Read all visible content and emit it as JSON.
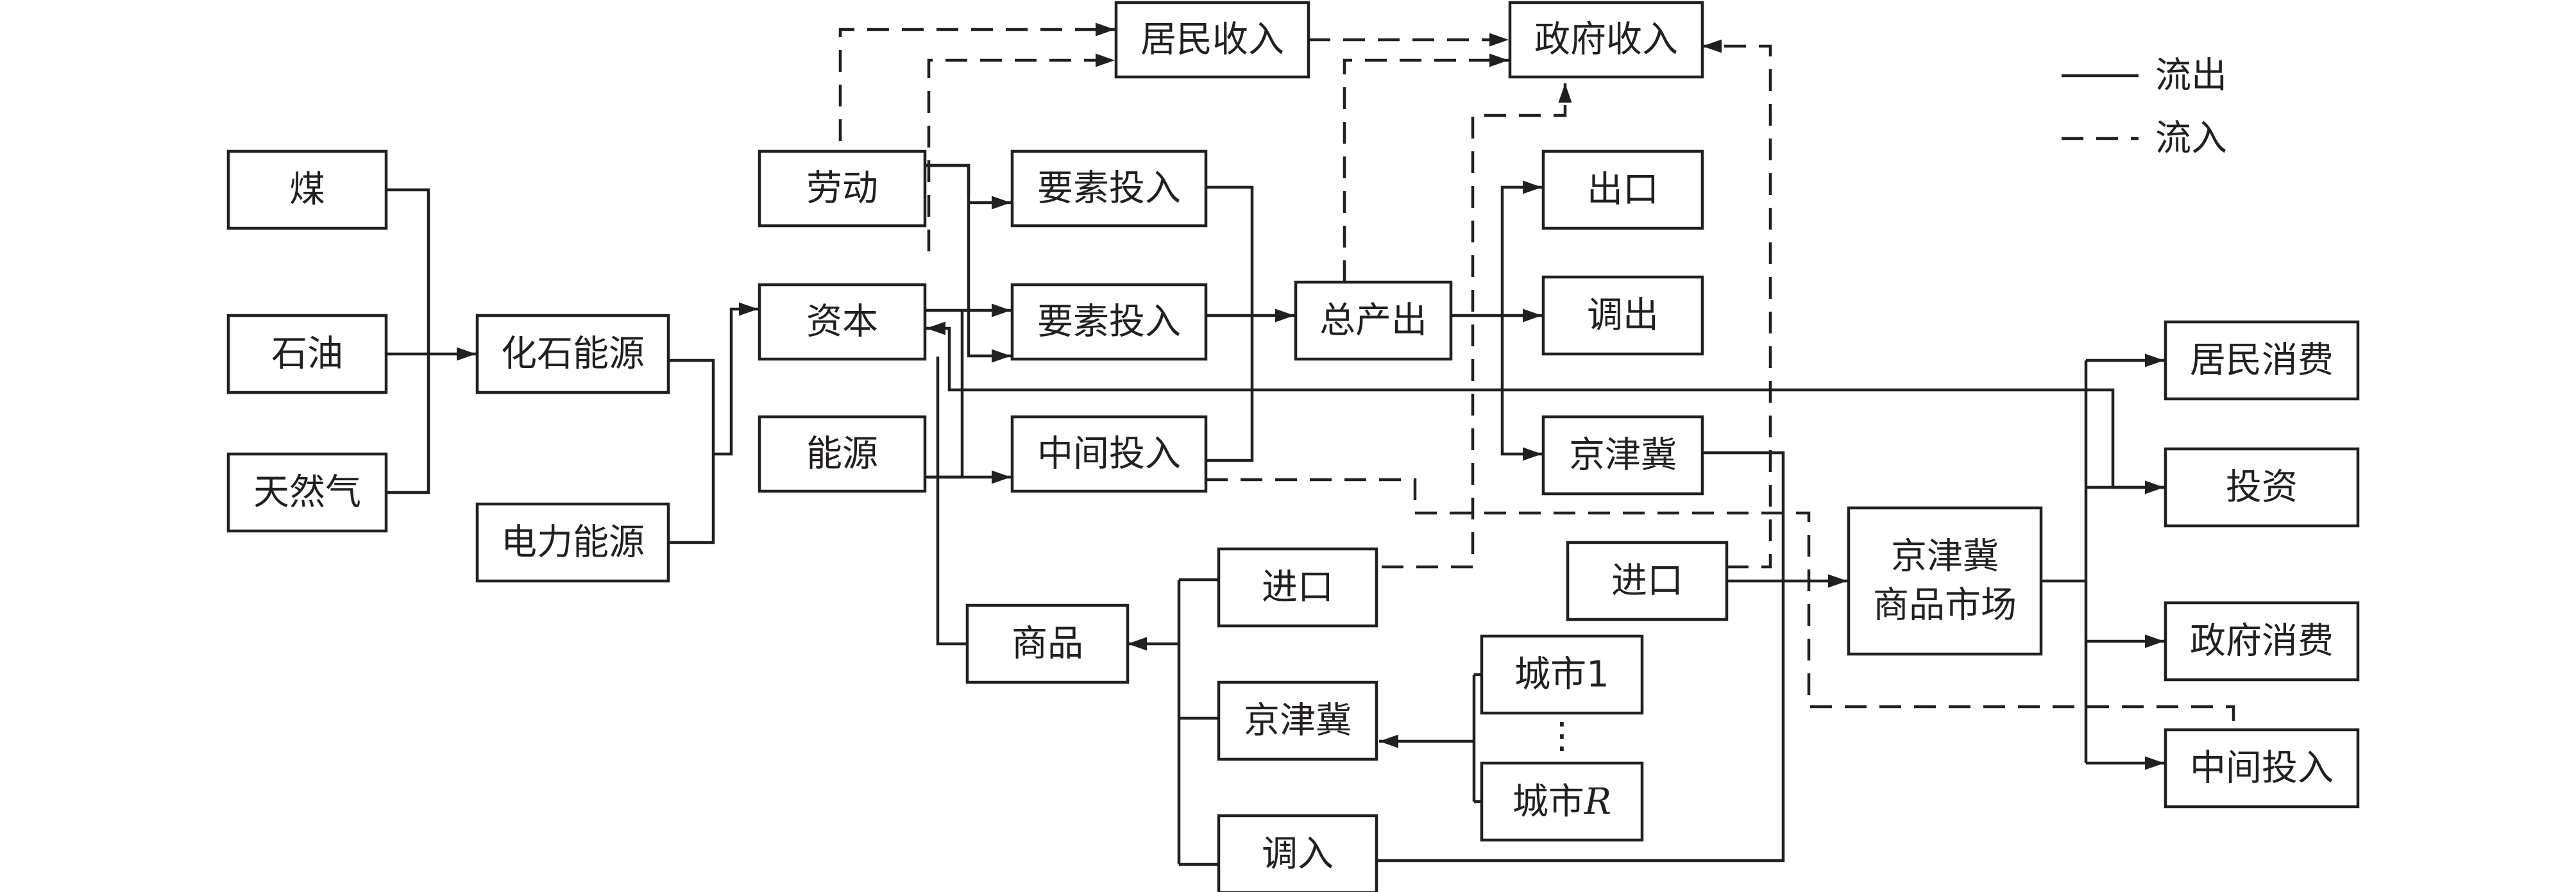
{
  "legend": {
    "solid_label": "流出",
    "dashed_label": "流入"
  },
  "nodes": {
    "coal": "煤",
    "oil": "石油",
    "natural_gas": "天然气",
    "fossil_energy": "化石能源",
    "electric_energy": "电力能源",
    "labor": "劳动",
    "capital": "资本",
    "energy": "能源",
    "factor_input_1": "要素投入",
    "factor_input_2": "要素投入",
    "intermediate_input": "中间投入",
    "resident_income": "居民收入",
    "government_income": "政府收入",
    "total_output": "总产出",
    "export": "出口",
    "transfer_out": "调出",
    "jjj_out": "京津冀",
    "import_right": "进口",
    "jjj_market_line1": "京津冀",
    "jjj_market_line2": "商品市场",
    "resident_consumption": "居民消费",
    "investment": "投资",
    "government_consumption": "政府消费",
    "final_intermediate_input": "中间投入",
    "goods": "商品",
    "import_left": "进口",
    "jjj_in": "京津冀",
    "transfer_in": "调入",
    "city_1": "城市1",
    "city_dots": "⋮",
    "city_r_prefix": "城市",
    "city_r_suffix": "R"
  },
  "colors": {
    "line": "#231f20",
    "background": "#ffffff"
  }
}
